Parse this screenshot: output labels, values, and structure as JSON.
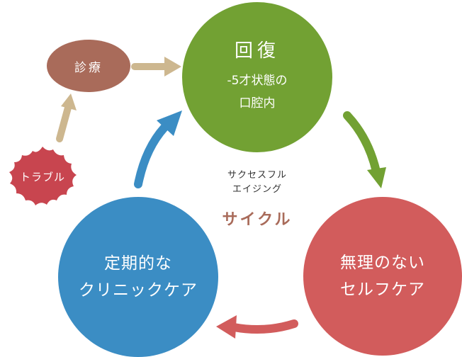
{
  "recovery": {
    "title": "回復",
    "line1": "-5才状態の",
    "line2": "口腔内"
  },
  "selfcare": {
    "line1": "無理のない",
    "line2": "セルフケア"
  },
  "clinic": {
    "line1": "定期的な",
    "line2": "クリニックケア"
  },
  "shinryo": {
    "label": "診療"
  },
  "trouble": {
    "label": "トラブル"
  },
  "center": {
    "line1": "サクセスフル",
    "line2": "エイジング",
    "big": "サイクル"
  },
  "colors": {
    "green": "#72a133",
    "red": "#d25c5c",
    "blue": "#3b8dc4",
    "brown": "#a96b5a",
    "tan": "#cdb78f",
    "trouble": "#c8454f"
  }
}
